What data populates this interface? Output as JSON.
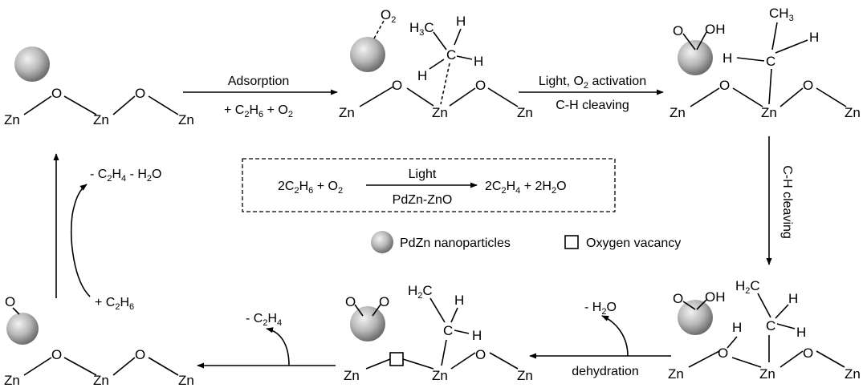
{
  "diagram": {
    "step1": {
      "label_top": "Adsorption",
      "label_bottom": "+ C2H6 + O2"
    },
    "step2": {
      "label_top": "Light, O2 activation",
      "label_bottom": "C-H cleaving"
    },
    "step3": {
      "label": "C-H cleaving"
    },
    "step4": {
      "label": "dehydration",
      "byproduct": "- H2O"
    },
    "step5": {
      "byproduct": "- C2H4"
    },
    "step6": {
      "reactant": "+ C2H6",
      "byproduct": "- C2H4 - H2O"
    },
    "overall": {
      "reactants": "2C2H6 + O2",
      "condition_top": "Light",
      "condition_bottom": "PdZn-ZnO",
      "products": "2C2H4 + 2H2O"
    },
    "legend": {
      "particle": "PdZn nanoparticles",
      "vacancy": "Oxygen vacancy"
    },
    "colors": {
      "sphere_light": "#f2f2f2",
      "sphere_mid": "#b8b8b8",
      "sphere_dark": "#6e6e6e",
      "line": "#000000"
    }
  }
}
